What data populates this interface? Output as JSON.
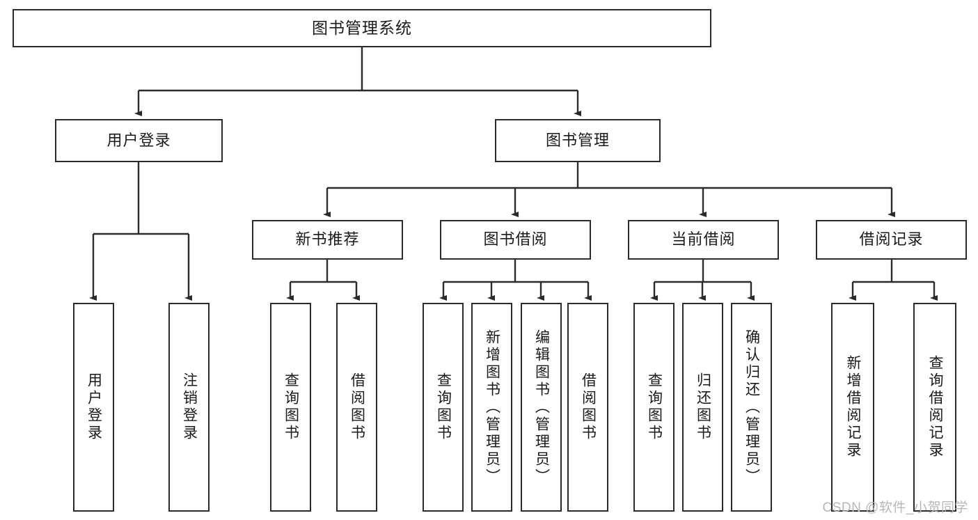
{
  "diagram": {
    "title": "图书管理系统",
    "type": "tree",
    "watermark": "CSDN @软件_小贺同学",
    "colors": {
      "stroke": "#2b2b2b",
      "fill": "#ffffff",
      "text": "#1a1a1a",
      "watermark": "#b8b8b8"
    },
    "levels": {
      "root": {
        "label": "图书管理系统"
      },
      "level2": [
        {
          "id": "user-login",
          "label": "用户登录"
        },
        {
          "id": "book-manage",
          "label": "图书管理"
        }
      ],
      "level3": [
        {
          "id": "new-book-rec",
          "label": "新书推荐",
          "parent": "book-manage"
        },
        {
          "id": "book-borrow",
          "label": "图书借阅",
          "parent": "book-manage"
        },
        {
          "id": "current-borrow",
          "label": "当前借阅",
          "parent": "book-manage"
        },
        {
          "id": "borrow-record",
          "label": "借阅记录",
          "parent": "book-manage"
        }
      ],
      "leaves": [
        {
          "id": "leaf-user-login",
          "label": "用户登录",
          "parent": "user-login"
        },
        {
          "id": "leaf-logout-login",
          "label": "注销登录",
          "parent": "user-login"
        },
        {
          "id": "leaf-query-book-1",
          "label": "查询图书",
          "parent": "new-book-rec"
        },
        {
          "id": "leaf-borrow-book-1",
          "label": "借阅图书",
          "parent": "new-book-rec"
        },
        {
          "id": "leaf-query-book-2",
          "label": "查询图书",
          "parent": "book-borrow"
        },
        {
          "id": "leaf-add-book",
          "label": "新增图书（管理员）",
          "parent": "book-borrow"
        },
        {
          "id": "leaf-edit-book",
          "label": "编辑图书（管理员）",
          "parent": "book-borrow"
        },
        {
          "id": "leaf-borrow-book-2",
          "label": "借阅图书",
          "parent": "book-borrow"
        },
        {
          "id": "leaf-query-book-3",
          "label": "查询图书",
          "parent": "current-borrow"
        },
        {
          "id": "leaf-return-book",
          "label": "归还图书",
          "parent": "current-borrow"
        },
        {
          "id": "leaf-confirm-return",
          "label": "确认归还（管理员）",
          "parent": "current-borrow"
        },
        {
          "id": "leaf-add-record",
          "label": "新增借阅记录",
          "parent": "borrow-record"
        },
        {
          "id": "leaf-query-record",
          "label": "查询借阅记录",
          "parent": "borrow-record"
        }
      ]
    }
  }
}
